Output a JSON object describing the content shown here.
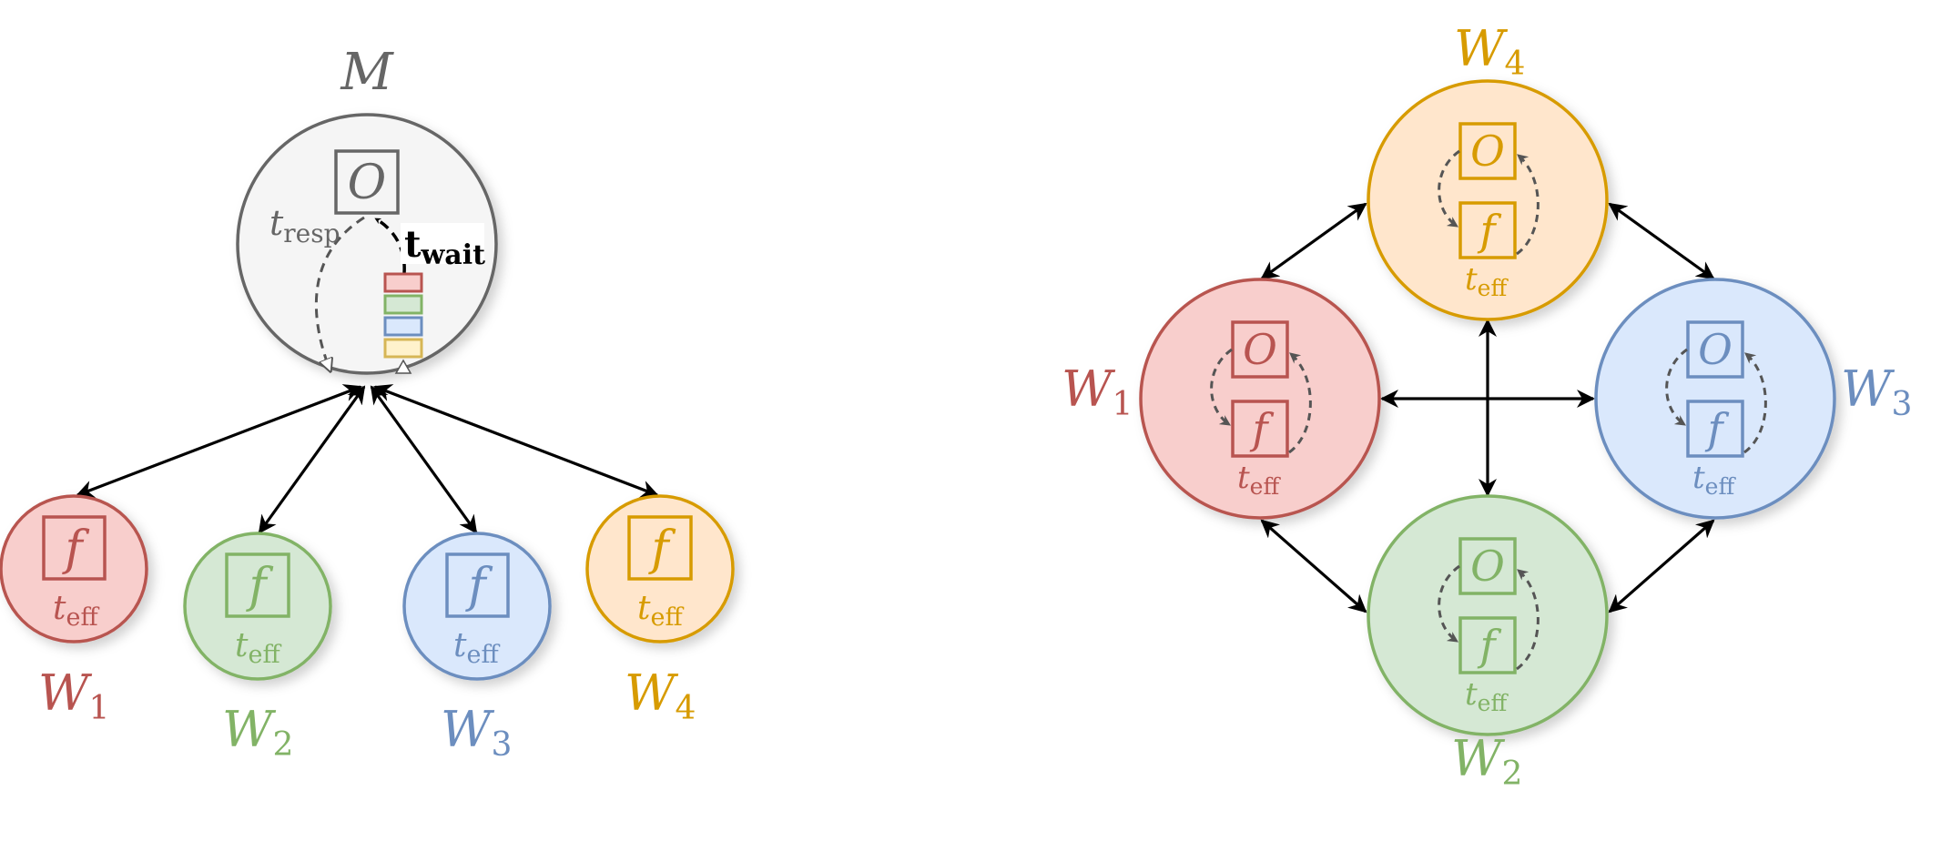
{
  "colors": {
    "red": {
      "stroke": "#b85450",
      "fill": "#f8cecc"
    },
    "green": {
      "stroke": "#82b366",
      "fill": "#d5e8d4"
    },
    "blue": {
      "stroke": "#6c8ebf",
      "fill": "#dae8fc"
    },
    "orange": {
      "stroke": "#d79b00",
      "fill": "#ffe6cc"
    },
    "gray": {
      "stroke": "#666666",
      "fill": "#f5f5f5"
    },
    "edge": "#000000"
  },
  "symbols": {
    "objective": "O",
    "function": "f",
    "t_symbol": "t",
    "eff_sub": "eff",
    "resp_sub": "resp",
    "wait_label": "t",
    "wait_sub": "wait"
  },
  "left": {
    "master": {
      "label": "M"
    },
    "workers": [
      {
        "label": "W",
        "sub": "1"
      },
      {
        "label": "W",
        "sub": "2"
      },
      {
        "label": "W",
        "sub": "3"
      },
      {
        "label": "W",
        "sub": "4"
      }
    ]
  },
  "right": {
    "workers": [
      {
        "label": "W",
        "sub": "4"
      },
      {
        "label": "W",
        "sub": "1"
      },
      {
        "label": "W",
        "sub": "3"
      },
      {
        "label": "W",
        "sub": "2"
      }
    ]
  }
}
